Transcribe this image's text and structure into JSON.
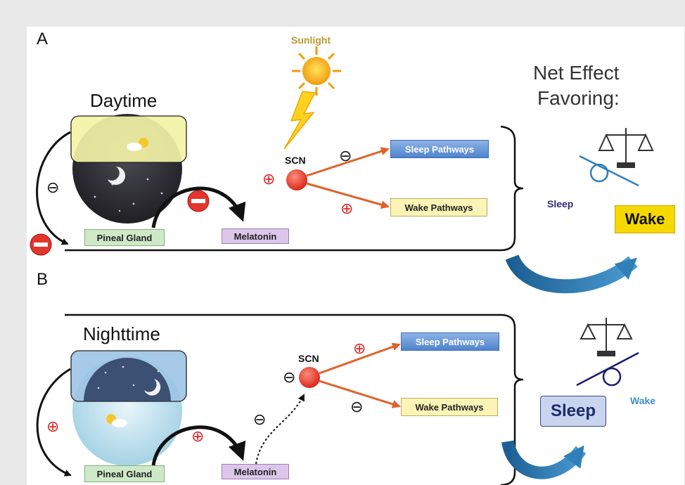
{
  "panel_a": {
    "letter": "A",
    "period_label": "Daytime",
    "sunlight_label": "Sunlight",
    "scn_label": "SCN",
    "pineal_label": "Pineal Gland",
    "melatonin_label": "Melatonin",
    "sleep_pathways_label": "Sleep Pathways",
    "wake_pathways_label": "Wake Pathways",
    "net_effect_line1": "Net Effect",
    "net_effect_line2": "Favoring:",
    "scale_small_label": "Sleep",
    "scale_big_label": "Wake",
    "minus_symbol": "⊖",
    "plus_symbol": "⊕"
  },
  "panel_b": {
    "letter": "B",
    "period_label": "Nighttime",
    "scn_label": "SCN",
    "pineal_label": "Pineal Gland",
    "melatonin_label": "Melatonin",
    "sleep_pathways_label": "Sleep Pathways",
    "wake_pathways_label": "Wake Pathways",
    "scale_big_label": "Sleep",
    "scale_small_label": "Wake",
    "minus_symbol": "⊖",
    "plus_symbol": "⊕"
  },
  "colors": {
    "orange_arrow": "#e0622a",
    "scn_red": "#e23b2e",
    "plus_red": "#d92a2a",
    "curved_blue": "#2f7fb8",
    "wake_highlight": "#f5d800",
    "sleep_highlight": "#c9d4ee"
  }
}
